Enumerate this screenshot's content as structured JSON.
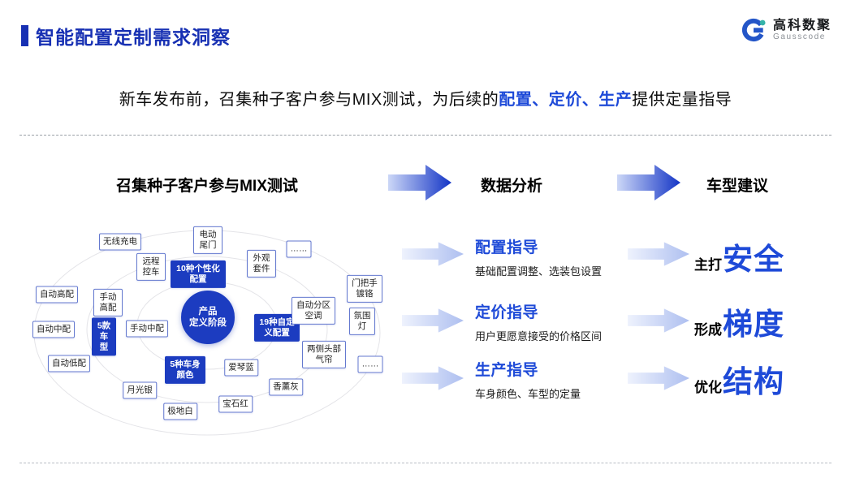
{
  "header": {
    "title": "智能配置定制需求洞察",
    "logo_name": "高科数聚",
    "logo_sub": "Gausscode"
  },
  "subtitle": {
    "pre": "新车发布前，召集种子客户参与MIX测试，为后续的",
    "highlight": "配置、定价、生产",
    "post": "提供定量指导"
  },
  "flow": {
    "left_heading": "召集种子客户参与MIX测试",
    "mid_heading": "数据分析",
    "right_heading": "车型建议"
  },
  "diagram": {
    "center_line1": "产品",
    "center_line2": "定义阶段",
    "nodes": [
      {
        "label": "无线充电",
        "type": "white"
      },
      {
        "label": "电动尾门",
        "type": "white"
      },
      {
        "label": "远程控车",
        "type": "white"
      },
      {
        "label": "10种个性化配置",
        "type": "blue"
      },
      {
        "label": "外观套件",
        "type": "white"
      },
      {
        "label": "……",
        "type": "white"
      },
      {
        "label": "自动高配",
        "type": "white"
      },
      {
        "label": "手动高配",
        "type": "white"
      },
      {
        "label": "自动中配",
        "type": "white"
      },
      {
        "label": "手动中配",
        "type": "white"
      },
      {
        "label": "5款车型",
        "type": "blue"
      },
      {
        "label": "自动低配",
        "type": "white"
      },
      {
        "label": "19种自定义配置",
        "type": "blue"
      },
      {
        "label": "自动分区空调",
        "type": "white"
      },
      {
        "label": "门把手镀铬",
        "type": "white"
      },
      {
        "label": "氛围灯",
        "type": "white"
      },
      {
        "label": "两侧头部气帘",
        "type": "white"
      },
      {
        "label": "……",
        "type": "white"
      },
      {
        "label": "5种车身颜色",
        "type": "blue"
      },
      {
        "label": "爱琴蓝",
        "type": "white"
      },
      {
        "label": "香薰灰",
        "type": "white"
      },
      {
        "label": "月光银",
        "type": "white"
      },
      {
        "label": "极地白",
        "type": "white"
      },
      {
        "label": "宝石红",
        "type": "white"
      }
    ]
  },
  "analysis": [
    {
      "title": "配置指导",
      "desc": "基础配置调整、选装包设置"
    },
    {
      "title": "定价指导",
      "desc": "用户更愿意接受的价格区间"
    },
    {
      "title": "生产指导",
      "desc": "车身颜色、车型的定量"
    }
  ],
  "suggestions": [
    {
      "prefix": "主打",
      "word": "安全"
    },
    {
      "prefix": "形成",
      "word": "梯度"
    },
    {
      "prefix": "优化",
      "word": "结构"
    }
  ],
  "colors": {
    "title_blue": "#1730b3",
    "accent_blue": "#1e4ad8",
    "node_blue": "#1c3cc0",
    "logo_teal": "#35b3a9"
  }
}
